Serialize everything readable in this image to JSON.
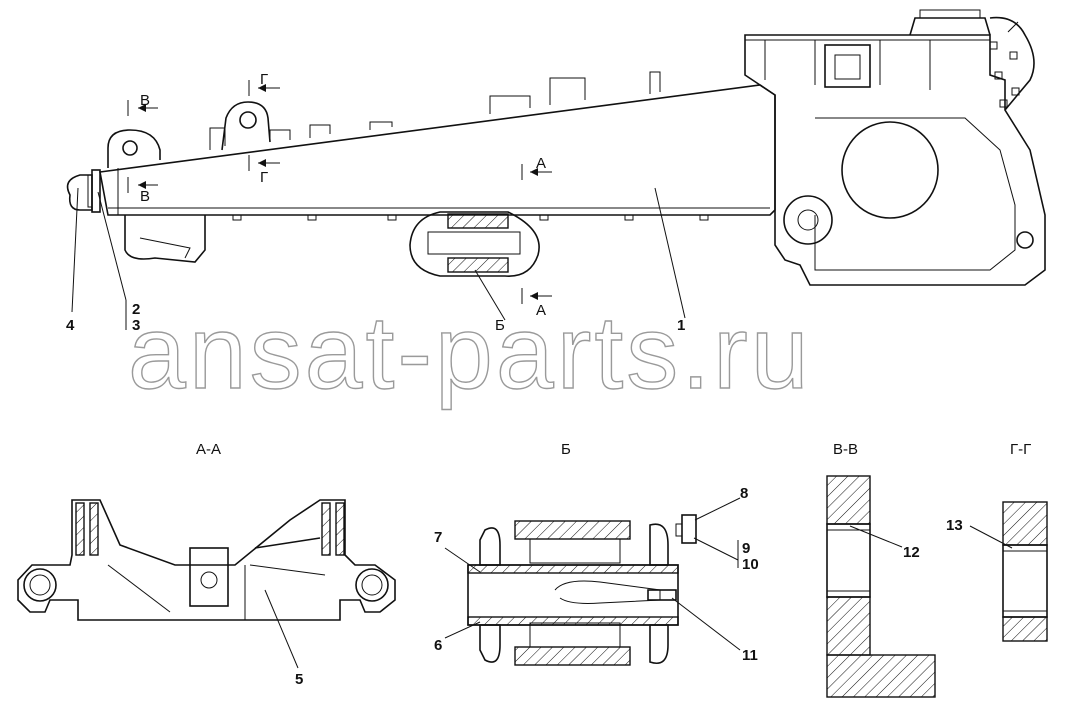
{
  "watermark": "ansat-parts.ru",
  "section_titles": {
    "aa": "А-А",
    "b": "Б",
    "vv": "В-В",
    "gg": "Г-Г"
  },
  "markers": {
    "a_top": "А",
    "a_bottom": "А",
    "b_detail": "Б",
    "v_top": "В",
    "v_bottom": "В",
    "g_top": "Г",
    "g_bottom": "Г"
  },
  "callouts": {
    "c1": "1",
    "c2": "2",
    "c3": "3",
    "c4": "4",
    "c5": "5",
    "c6": "6",
    "c7": "7",
    "c8": "8",
    "c9": "9",
    "c10": "10",
    "c11": "11",
    "c12": "12",
    "c13": "13"
  }
}
